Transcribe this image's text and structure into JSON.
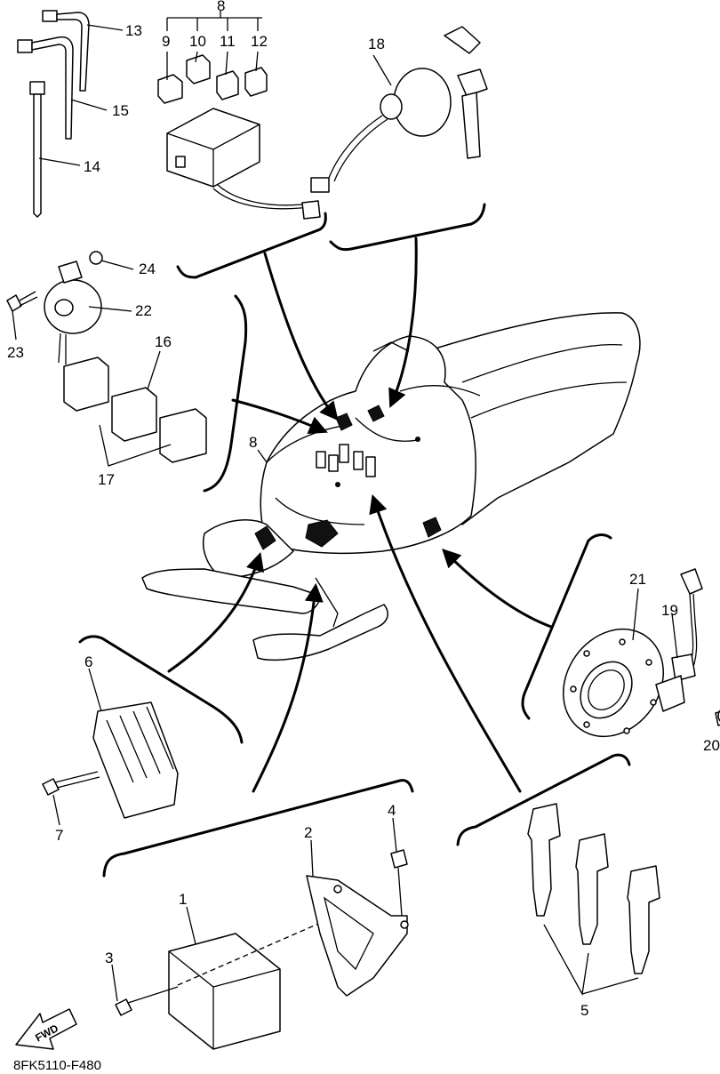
{
  "diagram": {
    "code": "8FK5110-F480",
    "fwd_label": "FWD",
    "callouts": {
      "c1": "1",
      "c2": "2",
      "c3": "3",
      "c4": "4",
      "c5": "5",
      "c6": "6",
      "c7": "7",
      "c8a": "8",
      "c8b": "8",
      "c9": "9",
      "c10": "10",
      "c11": "11",
      "c12": "12",
      "c13": "13",
      "c14": "14",
      "c15": "15",
      "c16": "16",
      "c17": "17",
      "c18": "18",
      "c19": "19",
      "c20": "20",
      "c21": "21",
      "c22": "22",
      "c23": "23",
      "c24": "24"
    }
  }
}
